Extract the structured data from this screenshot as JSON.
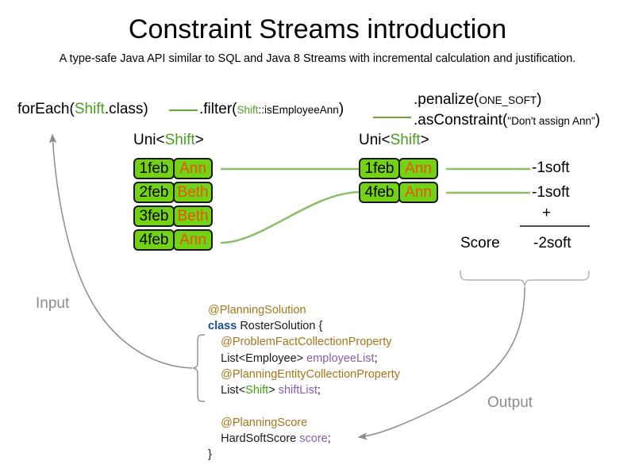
{
  "slide": {
    "title": "Constraint Streams introduction",
    "subtitle": "A type-safe Java API similar to SQL and Java 8 Streams with incremental calculation and justification."
  },
  "stream_pipeline": {
    "foreach": {
      "prefix": "forEach(",
      "type": "Shift",
      "suffix": ".class)"
    },
    "filter": {
      "prefix": ".filter(",
      "arg_type": "Shift",
      "arg_rest": "::isEmployeeAnn",
      "suffix": ")"
    },
    "penalize": {
      "prefix": ".penalize(",
      "arg": "ONE_SOFT",
      "suffix": ")"
    },
    "as_constraint": {
      "prefix": ".asConstraint(",
      "arg": "\"Don't assign Ann\"",
      "suffix": ")"
    }
  },
  "uni_labels": {
    "left": {
      "prefix": "Uni<",
      "type": "Shift",
      "suffix": ">"
    },
    "right": {
      "prefix": "Uni<",
      "type": "Shift",
      "suffix": ">"
    }
  },
  "shifts_input": [
    {
      "date": "1feb",
      "employee": "Ann"
    },
    {
      "date": "2feb",
      "employee": "Beth"
    },
    {
      "date": "3feb",
      "employee": "Beth"
    },
    {
      "date": "4feb",
      "employee": "Ann"
    }
  ],
  "shifts_filtered": [
    {
      "date": "1feb",
      "employee": "Ann"
    },
    {
      "date": "4feb",
      "employee": "Ann"
    }
  ],
  "score_panel": {
    "penalties": [
      "-1soft",
      "-1soft"
    ],
    "operator": "+",
    "score_label": "Score",
    "total": "-2soft"
  },
  "code": {
    "lines": [
      {
        "indent": 0,
        "parts": [
          {
            "text": "@PlanningSolution",
            "style": "ann"
          }
        ]
      },
      {
        "indent": 0,
        "parts": [
          {
            "text": "class",
            "style": "kw"
          },
          {
            "text": " RosterSolution {",
            "style": "typ"
          }
        ]
      },
      {
        "indent": 1,
        "parts": [
          {
            "text": "@ProblemFactCollectionProperty",
            "style": "ann"
          }
        ]
      },
      {
        "indent": 1,
        "parts": [
          {
            "text": "List<Employee> ",
            "style": "typ"
          },
          {
            "text": "employeeList",
            "style": "fld"
          },
          {
            "text": ";",
            "style": "typ"
          }
        ]
      },
      {
        "indent": 1,
        "parts": [
          {
            "text": "@PlanningEntityCollectionProperty",
            "style": "ann"
          }
        ]
      },
      {
        "indent": 1,
        "parts": [
          {
            "text": "List<",
            "style": "typ"
          },
          {
            "text": "Shift",
            "style": "grn"
          },
          {
            "text": "> ",
            "style": "typ"
          },
          {
            "text": "shiftList",
            "style": "fld"
          },
          {
            "text": ";",
            "style": "typ"
          }
        ]
      }
    ],
    "tail_lines": [
      {
        "indent": 1,
        "parts": [
          {
            "text": "@PlanningScore",
            "style": "ann"
          }
        ]
      },
      {
        "indent": 1,
        "parts": [
          {
            "text": "HardSoftScore ",
            "style": "typ"
          },
          {
            "text": "score",
            "style": "fld"
          },
          {
            "text": ";",
            "style": "typ"
          }
        ]
      },
      {
        "indent": 0,
        "parts": [
          {
            "text": "}",
            "style": "typ"
          }
        ]
      }
    ]
  },
  "flow_labels": {
    "input": "Input",
    "output": "Output"
  },
  "colors": {
    "card_fill": "#73d216",
    "card_border": "#1a1a1a",
    "card_date_text": "#000000",
    "card_name_text": "#e8560b",
    "stream_green": "#6aa33a",
    "connector_green": "#8cbe6c",
    "annotation_gold": "#a5761b",
    "keyword_blue": "#1a4f9c",
    "field_purple": "#8d5ea8",
    "type_green": "#3fa113",
    "flow_gray": "#8c8c8c"
  }
}
